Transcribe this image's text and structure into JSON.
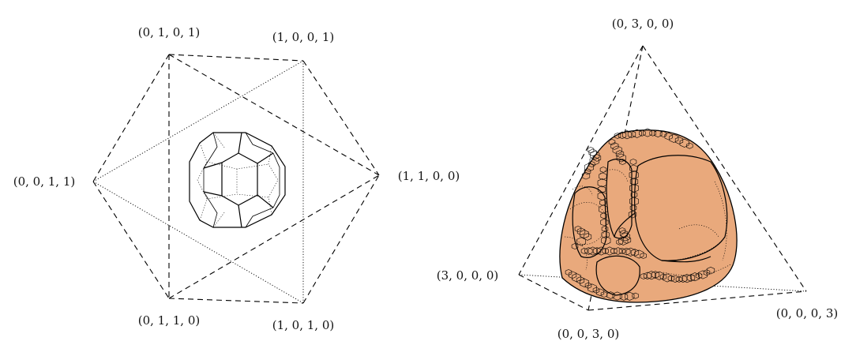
{
  "left_figure": {
    "fill_color": "#7fb3d9",
    "vertices": [
      {
        "label": "(0, 1, 0, 1)"
      },
      {
        "label": "(1, 0, 0, 1)"
      },
      {
        "label": "(0, 0, 1, 1)"
      },
      {
        "label": "(1, 1, 0, 0)"
      },
      {
        "label": "(0, 1, 1, 0)"
      },
      {
        "label": "(1, 0, 1, 0)"
      }
    ]
  },
  "right_figure": {
    "fill_color": "#e9a97c",
    "vertices": [
      {
        "label": "(0, 3, 0, 0)"
      },
      {
        "label": "(3, 0, 0, 0)"
      },
      {
        "label": "(0, 0, 3, 0)"
      },
      {
        "label": "(0, 0, 0, 3)"
      }
    ]
  }
}
